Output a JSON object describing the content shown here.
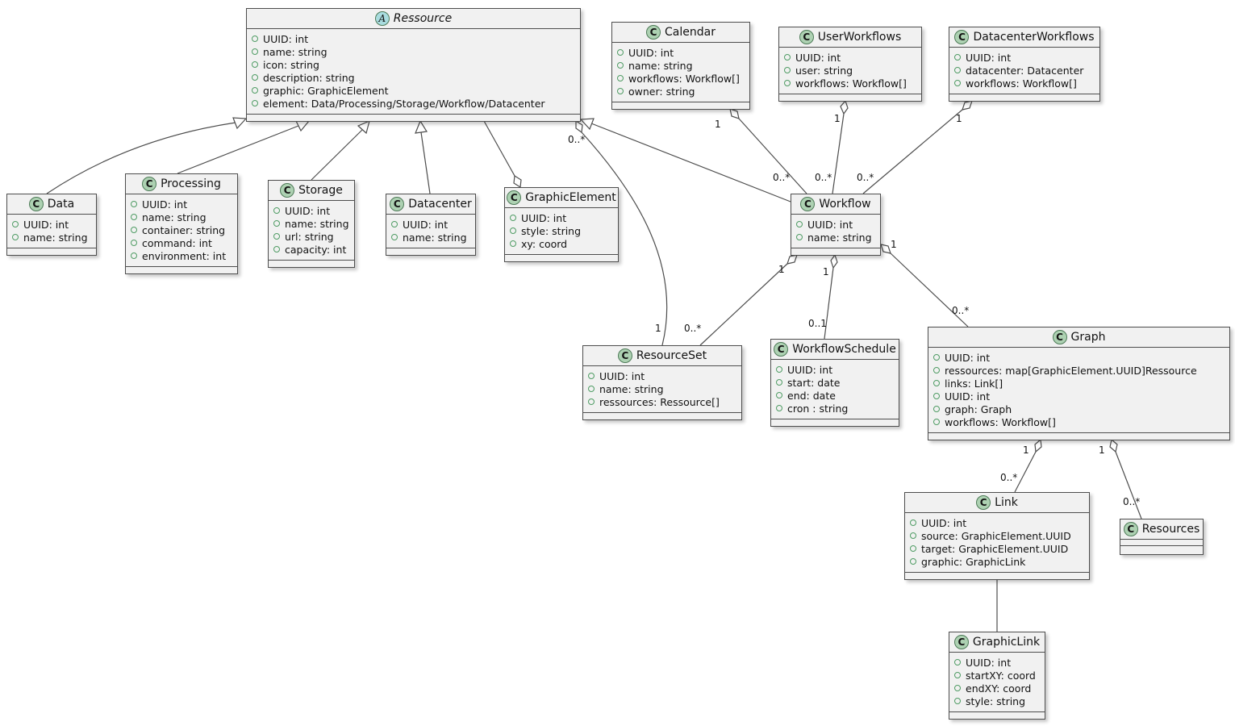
{
  "diagram_type": "uml-class-diagram",
  "classes": {
    "ressource": {
      "badge": "A",
      "name": "Ressource",
      "attrs": [
        "UUID: int",
        "name: string",
        "icon: string",
        "description: string",
        "graphic: GraphicElement",
        "element: Data/Processing/Storage/Workflow/Datacenter"
      ]
    },
    "calendar": {
      "badge": "C",
      "name": "Calendar",
      "attrs": [
        "UUID: int",
        "name: string",
        "workflows: Workflow[]",
        "owner: string"
      ]
    },
    "userworkflows": {
      "badge": "C",
      "name": "UserWorkflows",
      "attrs": [
        "UUID: int",
        "user: string",
        "workflows: Workflow[]"
      ]
    },
    "datacenterworkflows": {
      "badge": "C",
      "name": "DatacenterWorkflows",
      "attrs": [
        "UUID: int",
        "datacenter: Datacenter",
        "workflows: Workflow[]"
      ]
    },
    "data": {
      "badge": "C",
      "name": "Data",
      "attrs": [
        "UUID: int",
        "name: string"
      ]
    },
    "processing": {
      "badge": "C",
      "name": "Processing",
      "attrs": [
        "UUID: int",
        "name: string",
        "container: string",
        "command: int",
        "environment: int"
      ]
    },
    "storage": {
      "badge": "C",
      "name": "Storage",
      "attrs": [
        "UUID: int",
        "name: string",
        "url: string",
        "capacity: int"
      ]
    },
    "datacenter": {
      "badge": "C",
      "name": "Datacenter",
      "attrs": [
        "UUID: int",
        "name: string"
      ]
    },
    "graphicelement": {
      "badge": "C",
      "name": "GraphicElement",
      "attrs": [
        "UUID: int",
        "style: string",
        "xy: coord"
      ]
    },
    "workflow": {
      "badge": "C",
      "name": "Workflow",
      "attrs": [
        "UUID: int",
        "name: string"
      ]
    },
    "resourceset": {
      "badge": "C",
      "name": "ResourceSet",
      "attrs": [
        "UUID: int",
        "name: string",
        "ressources: Ressource[]"
      ]
    },
    "workflowschedule": {
      "badge": "C",
      "name": "WorkflowSchedule",
      "attrs": [
        "UUID: int",
        "start: date",
        "end: date",
        "cron : string"
      ]
    },
    "graph": {
      "badge": "C",
      "name": "Graph",
      "attrs": [
        "UUID: int",
        "ressources: map[GraphicElement.UUID]Ressource",
        "links: Link[]",
        "UUID: int",
        "graph: Graph",
        "workflows: Workflow[]"
      ]
    },
    "link": {
      "badge": "C",
      "name": "Link",
      "attrs": [
        "UUID: int",
        "source: GraphicElement.UUID",
        "target: GraphicElement.UUID",
        "graphic: GraphicLink"
      ]
    },
    "resources": {
      "badge": "C",
      "name": "Resources",
      "attrs": []
    },
    "graphiclink": {
      "badge": "C",
      "name": "GraphicLink",
      "attrs": [
        "UUID: int",
        "startXY: coord",
        "endXY: coord",
        "style: string"
      ]
    }
  },
  "relations": {
    "data_ressource": {
      "from": "Data",
      "to": "Ressource",
      "type": "inheritance"
    },
    "processing_ressource": {
      "from": "Processing",
      "to": "Ressource",
      "type": "inheritance"
    },
    "storage_ressource": {
      "from": "Storage",
      "to": "Ressource",
      "type": "inheritance"
    },
    "datacenter_ressource": {
      "from": "Datacenter",
      "to": "Ressource",
      "type": "inheritance"
    },
    "workflow_ressource": {
      "from": "Workflow",
      "to": "Ressource",
      "type": "inheritance"
    },
    "ressource_graphicelement": {
      "from": "Ressource",
      "to": "GraphicElement",
      "type": "aggregation"
    },
    "ressource_resourceset": {
      "from": "Ressource",
      "to": "ResourceSet",
      "type": "aggregation",
      "source_mult": "0..*",
      "target_mult": "1"
    },
    "calendar_workflow": {
      "from": "Calendar",
      "to": "Workflow",
      "type": "aggregation",
      "source_mult": "1",
      "target_mult": "0..*"
    },
    "userworkflows_workflow": {
      "from": "UserWorkflows",
      "to": "Workflow",
      "type": "aggregation",
      "source_mult": "1",
      "target_mult": "0..*"
    },
    "datacenterworkflows_workflow": {
      "from": "DatacenterWorkflows",
      "to": "Workflow",
      "type": "aggregation",
      "source_mult": "1",
      "target_mult": "0..*"
    },
    "workflow_resourceset": {
      "from": "Workflow",
      "to": "ResourceSet",
      "type": "aggregation",
      "source_mult": "1",
      "target_mult": "0..*"
    },
    "workflow_workflowschedule": {
      "from": "Workflow",
      "to": "WorkflowSchedule",
      "type": "aggregation",
      "source_mult": "1",
      "target_mult": "0..1"
    },
    "workflow_graph": {
      "from": "Workflow",
      "to": "Graph",
      "type": "aggregation",
      "source_mult": "1",
      "target_mult": "0..*"
    },
    "graph_link": {
      "from": "Graph",
      "to": "Link",
      "type": "aggregation",
      "source_mult": "1",
      "target_mult": "0..*"
    },
    "graph_resources": {
      "from": "Graph",
      "to": "Resources",
      "type": "aggregation",
      "source_mult": "1",
      "target_mult": "0..*"
    },
    "link_graphiclink": {
      "from": "Link",
      "to": "GraphicLink",
      "type": "association"
    }
  },
  "colors": {
    "background": "#FFFFFF",
    "class_fill": "#F1F1F1",
    "border": "#4D4D4D",
    "class_badge": "#ADD1B2",
    "abstract_badge": "#A9DCDF",
    "field_icon": "#4F9C64",
    "edge": "#4D4D4D",
    "text": "#121212"
  }
}
